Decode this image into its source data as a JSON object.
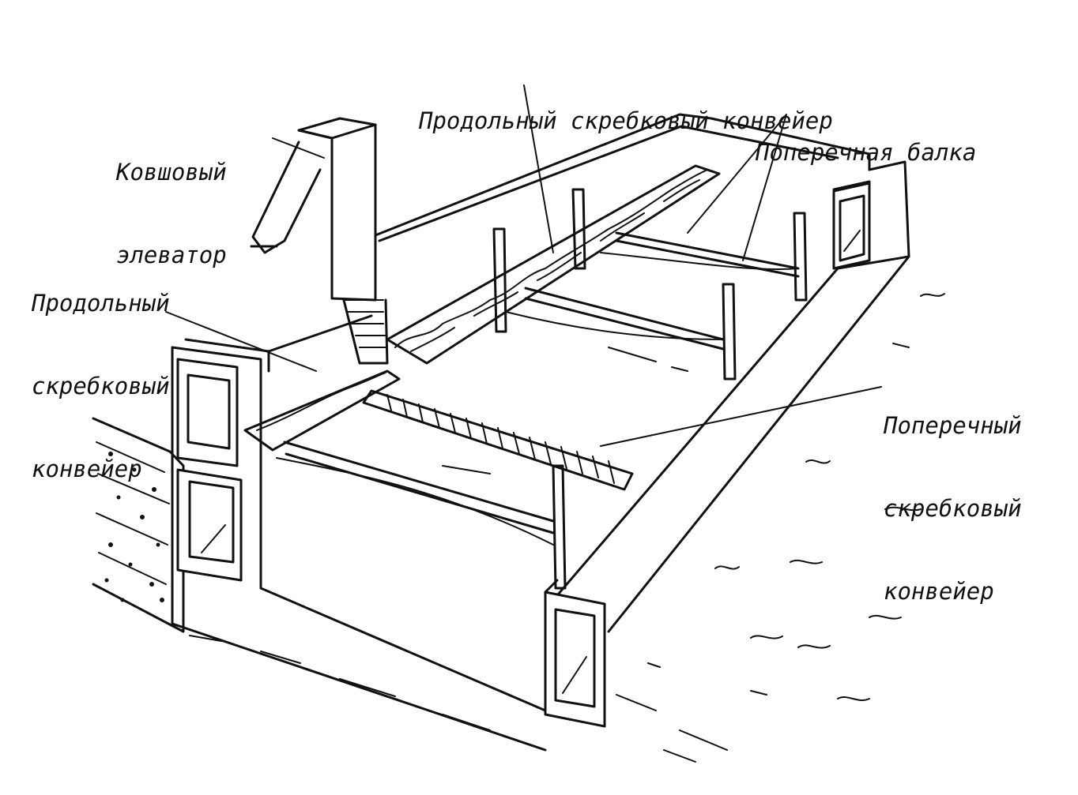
{
  "diagram": {
    "labels": {
      "bucket_elevator": [
        "Ковшовый",
        "элеватор"
      ],
      "longitudinal_conveyor_top": [
        "Продольный скребковый конвейер"
      ],
      "cross_beam": [
        "Поперечная балка"
      ],
      "longitudinal_conveyor_left": [
        "Продольный",
        "скребковый",
        "конвейер"
      ],
      "transverse_conveyor": [
        "Поперечный",
        "скребковый",
        "конвейер"
      ]
    }
  }
}
